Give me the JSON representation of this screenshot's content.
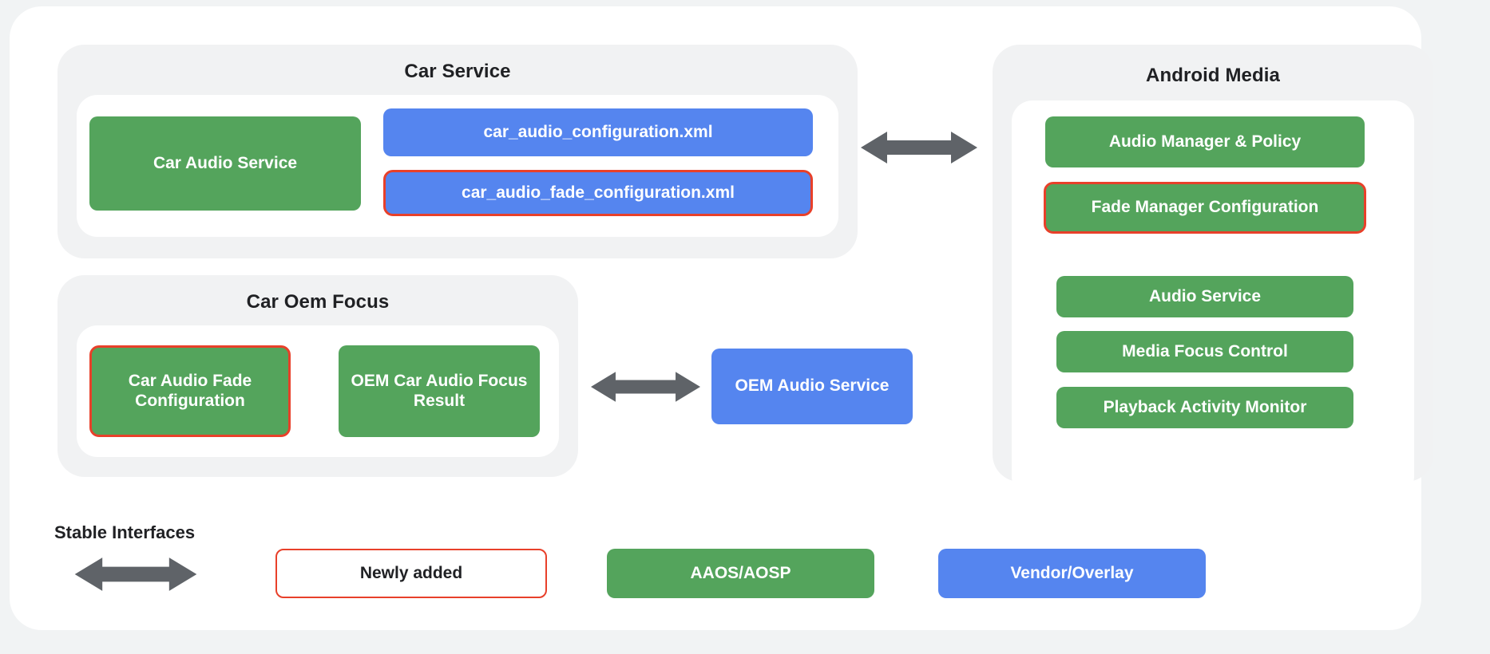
{
  "colors": {
    "page_background": "#f1f3f4",
    "card_background": "#ffffff",
    "panel_background": "#f1f2f3",
    "green": "#54a45c",
    "blue": "#5585ef",
    "highlight_red": "#e8402a",
    "arrow_gray": "#5f6368",
    "text_dark": "#202124"
  },
  "panels": {
    "car_service": {
      "title": "Car Service",
      "boxes": [
        {
          "label": "Car Audio Service",
          "style": "green",
          "highlighted": false
        },
        {
          "label": "car_audio_configuration.xml",
          "style": "blue",
          "highlighted": false
        },
        {
          "label": "car_audio_fade_configuration.xml",
          "style": "blue",
          "highlighted": true
        }
      ]
    },
    "car_oem_focus": {
      "title": "Car Oem Focus",
      "boxes": [
        {
          "label": "Car Audio Fade Configuration",
          "style": "green",
          "highlighted": true
        },
        {
          "label": "OEM Car Audio Focus Result",
          "style": "green",
          "highlighted": false
        }
      ]
    },
    "android_media": {
      "title": "Android Media",
      "boxes": [
        {
          "label": "Audio Manager & Policy",
          "style": "green",
          "highlighted": false
        },
        {
          "label": "Fade Manager Configuration",
          "style": "green",
          "highlighted": true
        },
        {
          "label": "Audio Service",
          "style": "green",
          "highlighted": false
        },
        {
          "label": "Media Focus Control",
          "style": "green",
          "highlighted": false
        },
        {
          "label": "Playback Activity Monitor",
          "style": "green",
          "highlighted": false
        }
      ]
    }
  },
  "standalone": {
    "oem_audio_service": {
      "label": "OEM Audio Service",
      "style": "blue"
    }
  },
  "connectors": [
    {
      "name": "car-service-to-android-media",
      "icon": "double-arrow-horizontal-icon"
    },
    {
      "name": "car-oem-focus-to-oem-audio-service",
      "icon": "double-arrow-horizontal-icon"
    }
  ],
  "legend": {
    "title": "Stable Interfaces",
    "arrow_icon": "double-arrow-horizontal-icon",
    "items": [
      {
        "label": "Newly added",
        "style": "outline"
      },
      {
        "label": "AAOS/AOSP",
        "style": "green"
      },
      {
        "label": "Vendor/Overlay",
        "style": "blue"
      }
    ]
  }
}
